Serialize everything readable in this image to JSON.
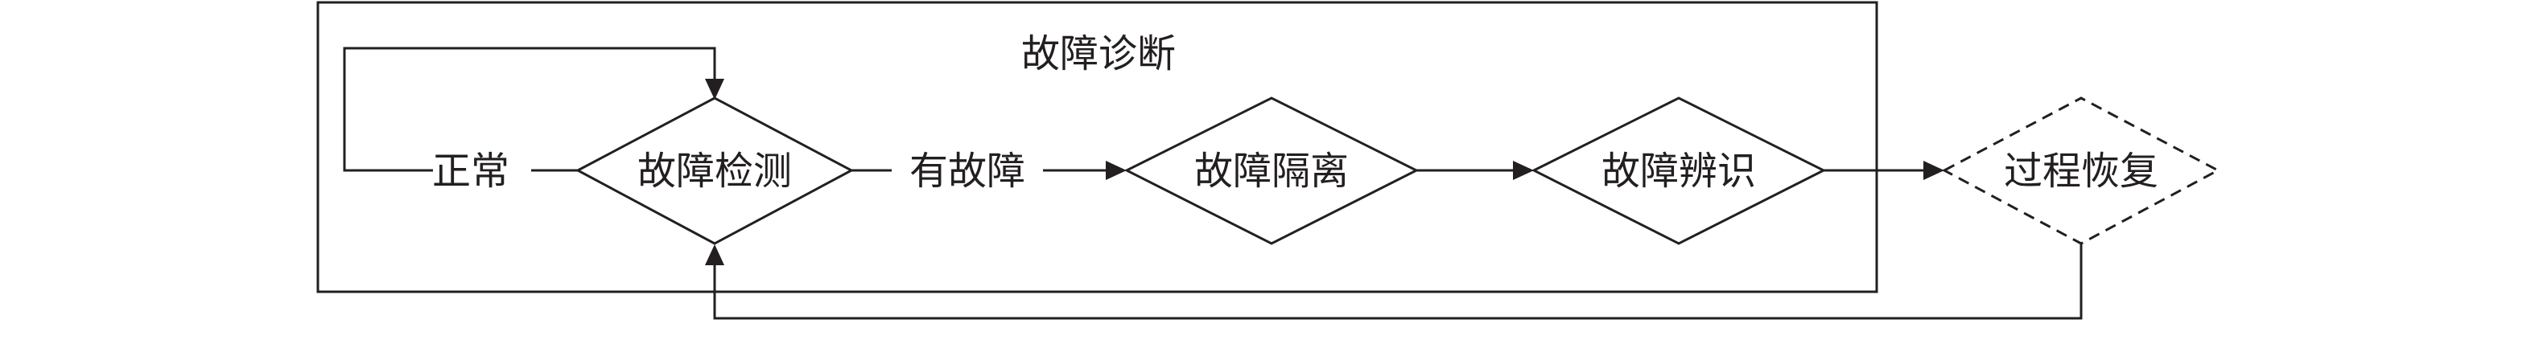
{
  "diagram": {
    "group_title": "故障诊断",
    "nodes": {
      "fault_detection": "故障检测",
      "fault_isolation": "故障隔离",
      "fault_identification": "故障辨识",
      "process_recovery": "过程恢复"
    },
    "edges": {
      "normal": "正常",
      "has_fault": "有故障"
    }
  }
}
